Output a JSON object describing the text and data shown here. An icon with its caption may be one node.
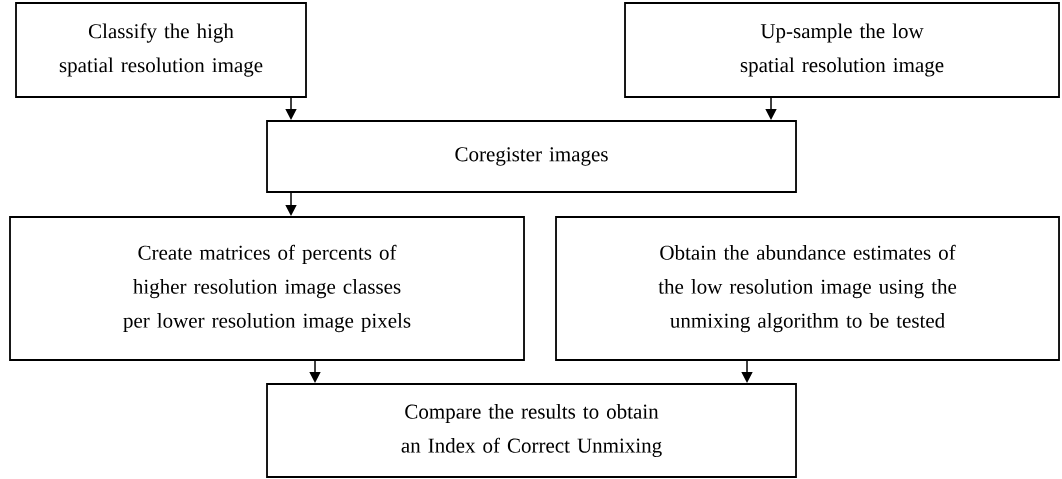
{
  "diagram": {
    "nodes": [
      {
        "text": [
          "Classify the high spatial resolution image"
        ]
      },
      {
        "text": [
          "Up-sample the low spatial resolution image"
        ]
      },
      {
        "text": [
          "Coregister images"
        ]
      },
      {
        "text": [
          "Create matrices of percents of higher resolution image classes per lower resolution image pixels"
        ]
      },
      {
        "text": [
          "Obtain the abundance estimates of the low resolution image using the unmixing algorithm to be tested"
        ]
      },
      {
        "text": [
          "Compare the results to obtain an Index of Correct Unmixing"
        ]
      }
    ],
    "edges": [
      {
        "from": 0,
        "to": 2,
        "arrow": "to"
      },
      {
        "from": 1,
        "to": 2,
        "arrow": "to"
      },
      {
        "from": 2,
        "to": 3,
        "arrow": "to"
      },
      {
        "from": 3,
        "to": 5,
        "arrow": "to"
      },
      {
        "from": 4,
        "to": 5,
        "arrow": "to"
      }
    ]
  }
}
